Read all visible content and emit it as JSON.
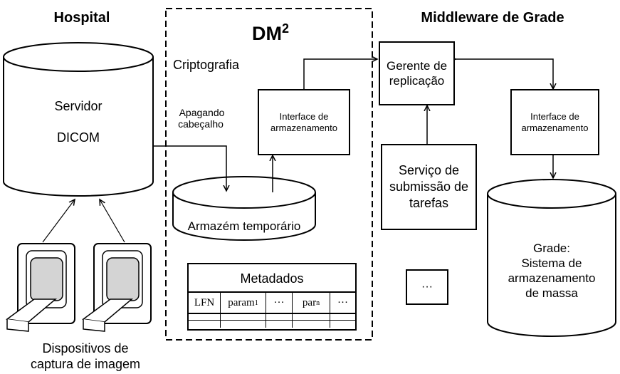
{
  "hospital": {
    "title": "Hospital",
    "server_line1": "Servidor",
    "server_line2": "DICOM",
    "devices_line1": "Dispositivos de",
    "devices_line2": "captura de imagem"
  },
  "dm2": {
    "title": "DM",
    "title_sup": "2",
    "crypto": "Criptografia",
    "erase_line1": "Apagando",
    "erase_line2": "cabeçalho",
    "storage_iface_line1": "Interface de",
    "storage_iface_line2": "armazenamento",
    "temp_store": "Armazém temporário",
    "metadata": {
      "title": "Metadados",
      "columns": [
        "LFN",
        "param",
        "···",
        "par",
        "···"
      ],
      "col_subscripts": [
        "",
        "1",
        "",
        "n",
        ""
      ]
    }
  },
  "middleware": {
    "title": "Middleware de Grade",
    "replication_line1": "Gerente de",
    "replication_line2": "replicação",
    "storage_iface_line1": "Interface de",
    "storage_iface_line2": "armazenamento",
    "job_line1": "Serviço de",
    "job_line2": "submissão de",
    "job_line3": "tarefas",
    "ellipsis": "···",
    "grid_line1": "Grade:",
    "grid_line2": "Sistema de",
    "grid_line3": "armazenamento",
    "grid_line4": "de massa"
  }
}
